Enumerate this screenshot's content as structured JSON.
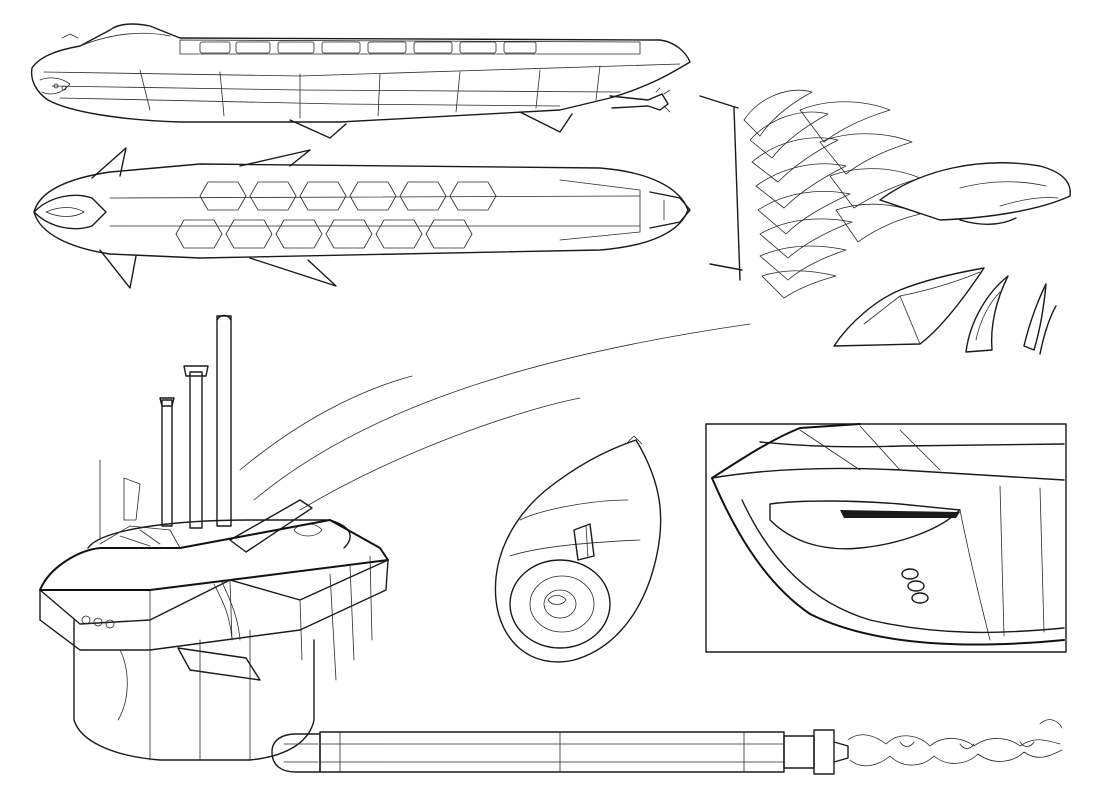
{
  "sheet": {
    "background": "#ffffff",
    "ink_color": "#1a1a1a"
  },
  "drawings": [
    {
      "name": "submarine-side-view"
    },
    {
      "name": "submarine-top-view"
    },
    {
      "name": "fin-cluster-perspective"
    },
    {
      "name": "fin-detail-sketches"
    },
    {
      "name": "conning-tower-perspective"
    },
    {
      "name": "torpedo-nose-perspective"
    },
    {
      "name": "bow-detail-inset"
    },
    {
      "name": "torpedo-side-view"
    }
  ]
}
